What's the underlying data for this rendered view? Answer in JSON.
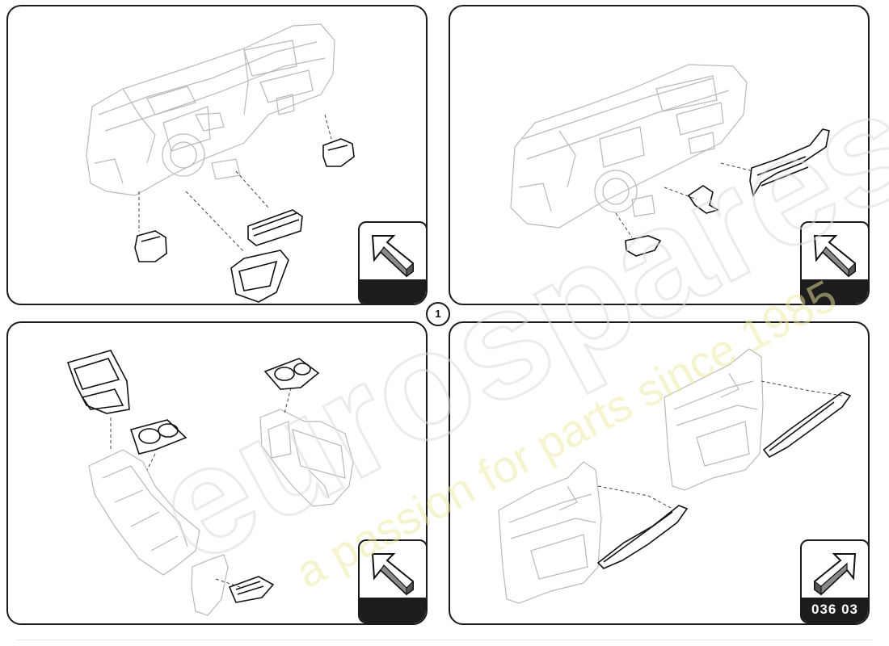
{
  "diagram": {
    "page_indicator": "1",
    "panels": [
      {
        "id": "dashboard-vents",
        "nav_label": ""
      },
      {
        "id": "dashboard-trims",
        "nav_label": ""
      },
      {
        "id": "center-console",
        "nav_label": ""
      },
      {
        "id": "door-trims",
        "nav_label": "036 03"
      }
    ]
  },
  "watermark": {
    "brand": "eurospares",
    "tagline": "a passion for parts since 1985"
  }
}
